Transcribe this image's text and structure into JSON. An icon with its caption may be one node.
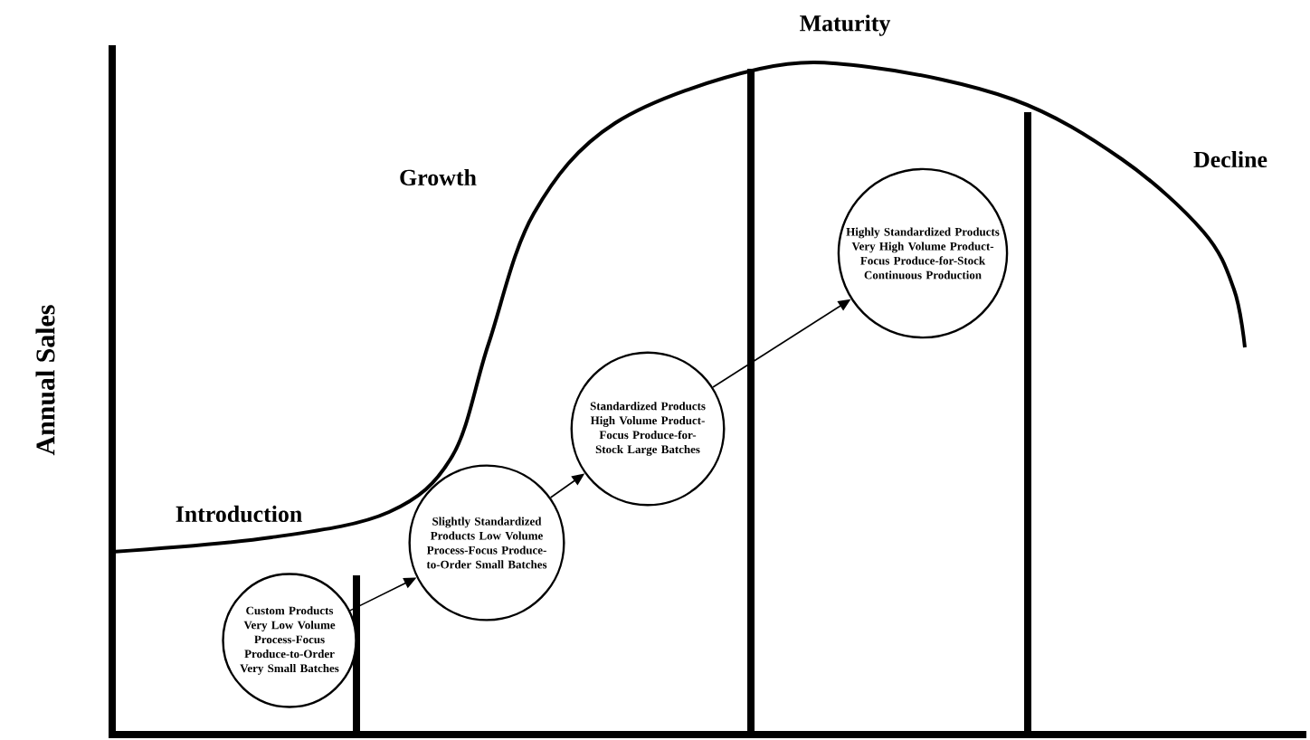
{
  "diagram": {
    "nodes": [
      {
        "text": [
          "Custom Products Very Low Volume Process-Focus Produce-to-Order Very Small Batches"
        ]
      },
      {
        "text": [
          "Slightly Standardized Products Low Volume Process-Focus Produce-to-Order Small Batches"
        ]
      },
      {
        "text": [
          "Standardized Products High Volume Product-Focus Produce-for-Stock Large Batches"
        ]
      },
      {
        "text": [
          "Highly Standardized Products Very High Volume Product-Focus Produce-for-Stock Continuous Production"
        ]
      }
    ],
    "edges": [
      {
        "from": 0,
        "to": 1,
        "arrow": "to"
      },
      {
        "from": 1,
        "to": 2,
        "arrow": "to"
      },
      {
        "from": 2,
        "to": 3,
        "arrow": "to"
      }
    ],
    "labels": [
      "Annual Sales",
      "Introduction",
      "Growth",
      "Maturity",
      "Decline"
    ]
  }
}
